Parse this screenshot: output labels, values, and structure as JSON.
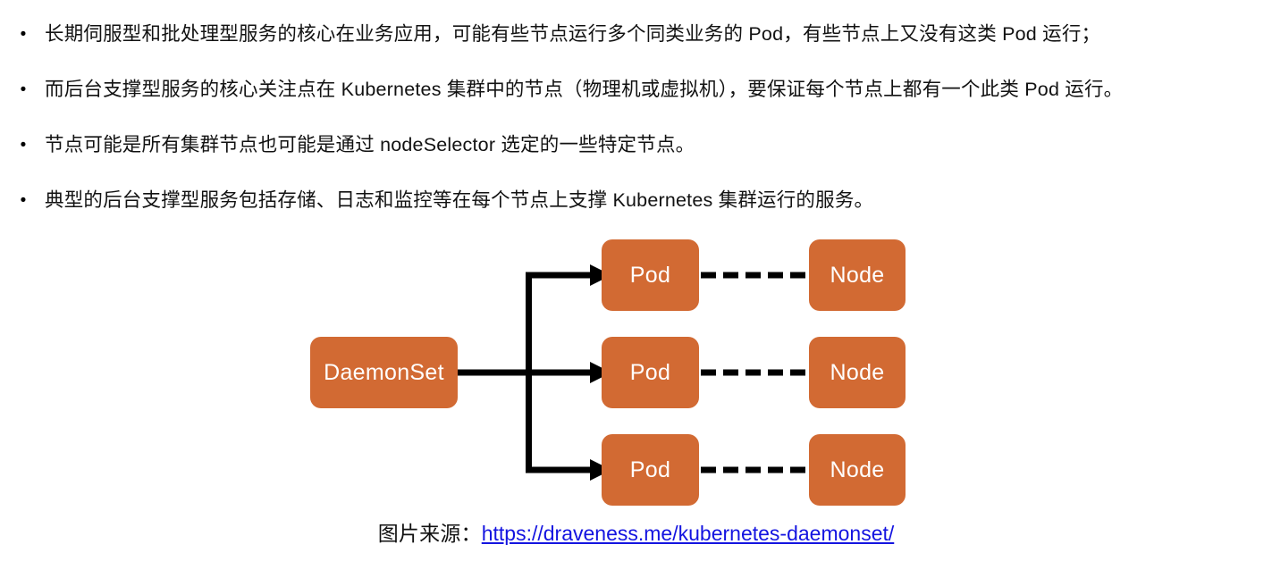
{
  "bullets": [
    {
      "marker": "•",
      "text": "长期伺服型和批处理型服务的核心在业务应用，可能有些节点运行多个同类业务的 Pod，有些节点上又没有这类 Pod 运行；"
    },
    {
      "marker": "•",
      "text": "而后台支撑型服务的核心关注点在 Kubernetes 集群中的节点（物理机或虚拟机），要保证每个节点上都有一个此类 Pod 运行。"
    },
    {
      "marker": "•",
      "text": "节点可能是所有集群节点也可能是通过 nodeSelector 选定的一些特定节点。"
    },
    {
      "marker": "•",
      "text": "典型的后台支撑型服务包括存储、日志和监控等在每个节点上支撑 Kubernetes 集群运行的服务。"
    }
  ],
  "diagram": {
    "box_color": "#d26a33",
    "line_color": "#000000",
    "text_color": "#ffffff",
    "source": {
      "label": "DaemonSet"
    },
    "rows": [
      {
        "pod": "Pod",
        "node": "Node"
      },
      {
        "pod": "Pod",
        "node": "Node"
      },
      {
        "pod": "Pod",
        "node": "Node"
      }
    ]
  },
  "caption": {
    "label": "图片来源：",
    "link_text": "https://draveness.me/kubernetes-daemonset/",
    "link_color": "#1414e0"
  }
}
